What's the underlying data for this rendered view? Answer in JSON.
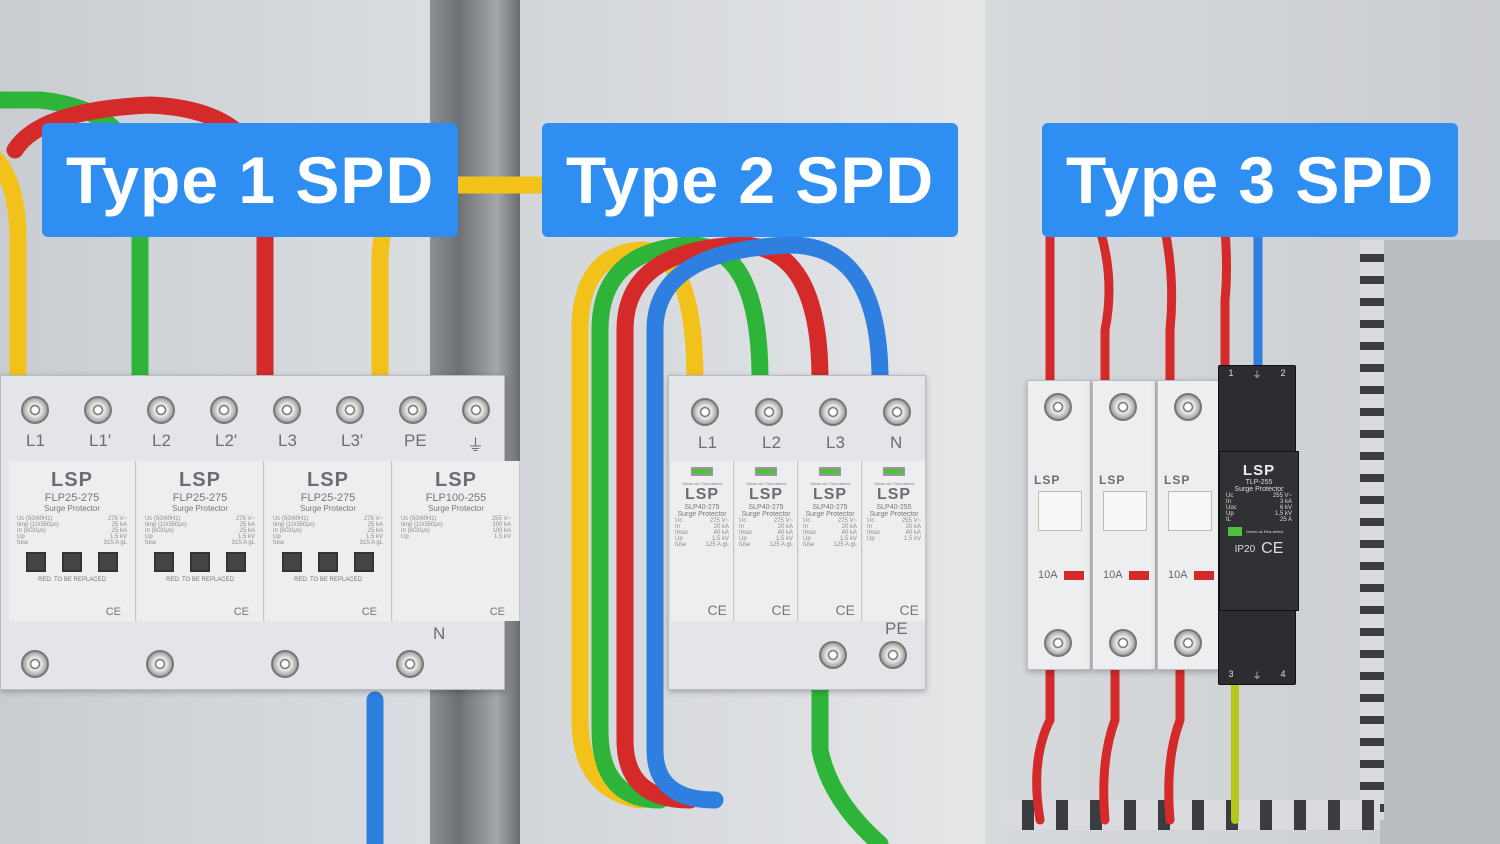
{
  "labels": [
    "Type 1 SPD",
    "Type 2 SPD",
    "Type 3 SPD"
  ],
  "type1": {
    "terminal_labels": [
      "L1",
      "L1'",
      "L2",
      "L2'",
      "L3",
      "L3'",
      "PE",
      "⏚"
    ],
    "bottom_label": "N",
    "modules": [
      {
        "logo": "LSP",
        "model": "FLP25-275",
        "subtitle": "Surge Protector",
        "specs": [
          [
            "Uc (50/60Hz)",
            "275 V~"
          ],
          [
            "Iimp (10/350μs)",
            "25 kA"
          ],
          [
            "In (8/20μs)",
            "25 kA"
          ],
          [
            "Up",
            "1,5 kV"
          ],
          [
            "fuse",
            "315 A gL"
          ]
        ],
        "footer": "RED: TO BE REPLACED",
        "mark": "CE"
      },
      {
        "logo": "LSP",
        "model": "FLP25-275",
        "subtitle": "Surge Protector",
        "specs": [
          [
            "Uc (50/60Hz)",
            "275 V~"
          ],
          [
            "Iimp (10/350μs)",
            "25 kA"
          ],
          [
            "In (8/20μs)",
            "25 kA"
          ],
          [
            "Up",
            "1,5 kV"
          ],
          [
            "fuse",
            "315 A gL"
          ]
        ],
        "footer": "RED: TO BE REPLACED",
        "mark": "CE"
      },
      {
        "logo": "LSP",
        "model": "FLP25-275",
        "subtitle": "Surge Protector",
        "specs": [
          [
            "Uc (50/60Hz)",
            "275 V~"
          ],
          [
            "Iimp (10/350μs)",
            "25 kA"
          ],
          [
            "In (8/20μs)",
            "25 kA"
          ],
          [
            "Up",
            "1,5 kV"
          ],
          [
            "fuse",
            "315 A gL"
          ]
        ],
        "footer": "RED: TO BE REPLACED",
        "mark": "CE"
      },
      {
        "logo": "LSP",
        "model": "FLP100-255",
        "subtitle": "Surge Protector",
        "specs": [
          [
            "Uc (50/60Hz)",
            "255 V~"
          ],
          [
            "Iimp (10/350μs)",
            "100 kA"
          ],
          [
            "In (8/20μs)",
            "100 kA"
          ],
          [
            "Up",
            "1,5 kV"
          ]
        ],
        "footer": "",
        "mark": "CE"
      }
    ]
  },
  "type2": {
    "terminal_labels": [
      "L1",
      "L2",
      "L3",
      "N"
    ],
    "bottom_label": "PE",
    "modules": [
      {
        "indicator": "Green-ok / Red-defect",
        "logo": "LSP",
        "model": "SLP40-275",
        "subtitle": "Surge Protector",
        "specs": [
          [
            "Uc",
            "275 V~"
          ],
          [
            "In",
            "20 kA"
          ],
          [
            "Imax",
            "40 kA"
          ],
          [
            "Up",
            "1,5 kV"
          ],
          [
            "fuse",
            "125 A gL"
          ]
        ],
        "mark": "CE"
      },
      {
        "indicator": "Green-ok / Red-defect",
        "logo": "LSP",
        "model": "SLP40-275",
        "subtitle": "Surge Protector",
        "specs": [
          [
            "Uc",
            "275 V~"
          ],
          [
            "In",
            "20 kA"
          ],
          [
            "Imax",
            "40 kA"
          ],
          [
            "Up",
            "1,5 kV"
          ],
          [
            "fuse",
            "125 A gL"
          ]
        ],
        "mark": "CE"
      },
      {
        "indicator": "Green-ok / Red-defect",
        "logo": "LSP",
        "model": "SLP40-275",
        "subtitle": "Surge Protector",
        "specs": [
          [
            "Uc",
            "275 V~"
          ],
          [
            "In",
            "20 kA"
          ],
          [
            "Imax",
            "40 kA"
          ],
          [
            "Up",
            "1,5 kV"
          ],
          [
            "fuse",
            "125 A gL"
          ]
        ],
        "mark": "CE"
      },
      {
        "indicator": "Green-ok / Red-defect",
        "logo": "LSP",
        "model": "SLP40-255",
        "subtitle": "Surge Protector",
        "specs": [
          [
            "Uc",
            "255 V~"
          ],
          [
            "In",
            "20 kA"
          ],
          [
            "Imax",
            "40 kA"
          ],
          [
            "Up",
            "1,5 kV"
          ]
        ],
        "mark": "CE"
      }
    ]
  },
  "type3": {
    "breakers": [
      {
        "logo": "LSP",
        "rating": "10A"
      },
      {
        "logo": "LSP",
        "rating": "10A"
      },
      {
        "logo": "LSP",
        "rating": "10A"
      }
    ],
    "spd": {
      "top_terminals": [
        "1",
        "⏚",
        "2"
      ],
      "bottom_terminals": [
        "3",
        "⏚",
        "4"
      ],
      "logo": "LSP",
      "model": "TLP-255",
      "subtitle": "Surge Protector",
      "specs": [
        [
          "Uc",
          "255 V~"
        ],
        [
          "In",
          "3 kA"
        ],
        [
          "Uoc",
          "6 kV"
        ],
        [
          "Up",
          "1,5 kV"
        ],
        [
          "IL",
          "25 A"
        ]
      ],
      "indicator": "Green-ok Red-defect",
      "ip": "IP20",
      "mark": "CE"
    }
  },
  "colors": {
    "label_bg": "#2f8ef2",
    "red": "#d42a2a",
    "green": "#2fb43a",
    "yellow": "#f2c21a",
    "blue": "#2e7fe0"
  }
}
